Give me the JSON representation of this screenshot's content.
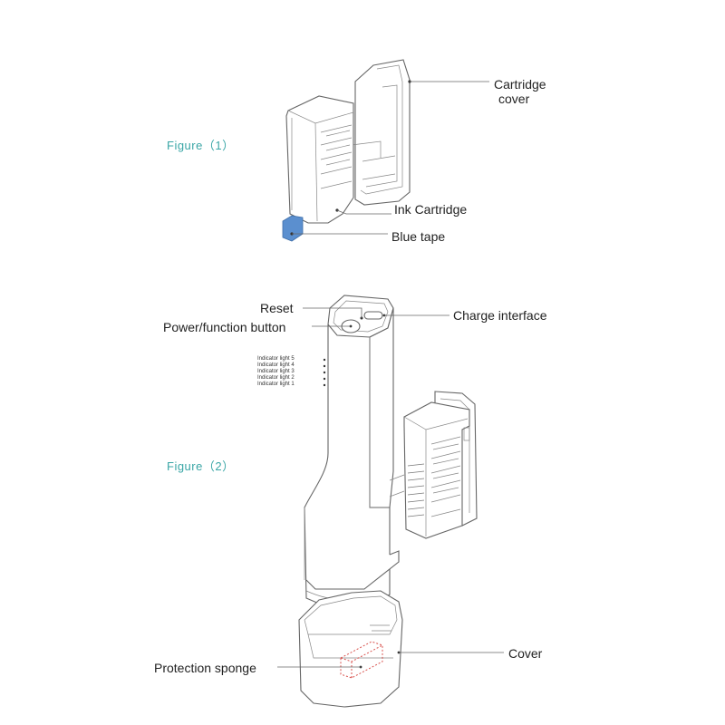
{
  "figures": {
    "figure1_title": "Figure（1）",
    "figure2_title": "Figure（2）"
  },
  "figure1": {
    "cartridge_cover_line1": "Cartridge",
    "cartridge_cover_line2": "cover",
    "ink_cartridge": "Ink Cartridge",
    "blue_tape": "Blue tape"
  },
  "figure2": {
    "reset": "Reset",
    "power_button": "Power/function button",
    "charge_interface": "Charge interface",
    "indicator_lights": [
      "Indicator light 5",
      "Indicator light 4",
      "Indicator light 3",
      "Indicator light 2",
      "Indicator light 1"
    ],
    "cover": "Cover",
    "protection_sponge": "Protection sponge"
  },
  "colors": {
    "figure_title": "#3aa6a6",
    "blue_tape": "#5b8fcf",
    "sponge": "#d9534f"
  }
}
